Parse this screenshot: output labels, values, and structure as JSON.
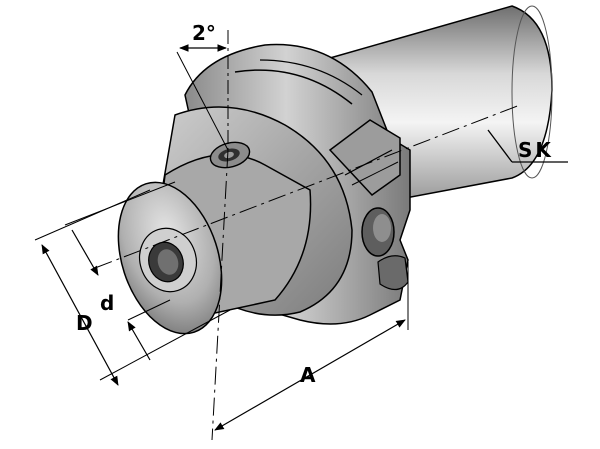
{
  "labels": {
    "angle": "2°",
    "taper": "SK",
    "outer_diameter": "D",
    "inner_diameter": "d",
    "length": "A"
  },
  "colors": {
    "ink": "#000000",
    "body_light": "#f2f2f2",
    "body_mid": "#b9b9b9",
    "body_dark": "#6e6e6e",
    "background": "#ffffff"
  }
}
